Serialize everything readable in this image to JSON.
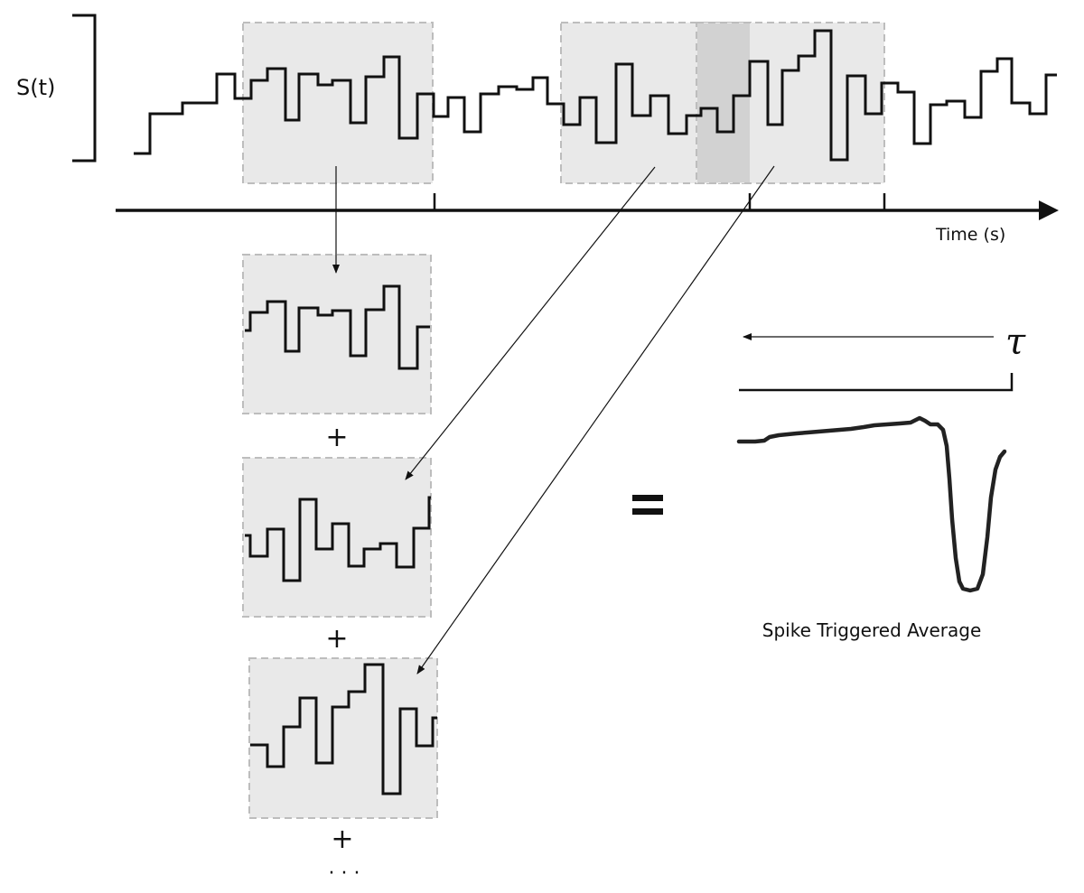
{
  "labels": {
    "signal": "S(t)",
    "time_axis": "Time (s)",
    "tau": "τ",
    "plus": "+",
    "equals": "=",
    "ellipsis": "· · ·",
    "sta": "Spike Triggered Average"
  },
  "colors": {
    "window_fill": "#e9e9e9",
    "window_overlap": "#d2d2d2",
    "window_border": "#bdbdbd",
    "ink": "#111111"
  }
}
